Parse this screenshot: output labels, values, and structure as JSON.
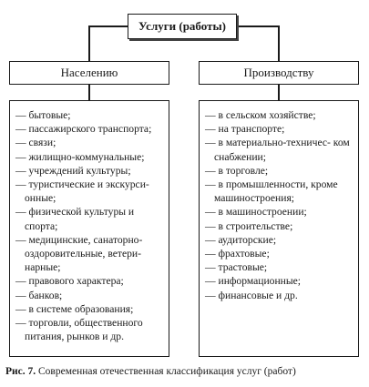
{
  "title": "Услуги (работы)",
  "categories": {
    "left": "Населению",
    "right": "Производству"
  },
  "left_items": [
    "— бытовые;",
    "— пассажирского транспорта;",
    "— связи;",
    "— жилищно-коммунальные;",
    "— учреждений культуры;",
    "— туристические и экскурси- онные;",
    "— физической культуры и спорта;",
    "— медицинские, санаторно- оздоровительные, ветери- нарные;",
    "— правового характера;",
    "— банков;",
    "— в системе образования;",
    "— торговли, общественного питания, рынков и др."
  ],
  "right_items": [
    "— в сельском хозяйстве;",
    "— на транспорте;",
    "— в материально-техничес- ком снабжении;",
    "— в торговле;",
    "— в промышленности, кроме машиностроения;",
    "— в машиностроении;",
    "— в строительстве;",
    "— аудиторские;",
    "— фрахтовые;",
    "— трастовые;",
    "— информационные;",
    "— финансовые и др."
  ],
  "caption": {
    "label": "Рис. 7.",
    "text": " Современная отечественная классификация услуг (работ)"
  }
}
